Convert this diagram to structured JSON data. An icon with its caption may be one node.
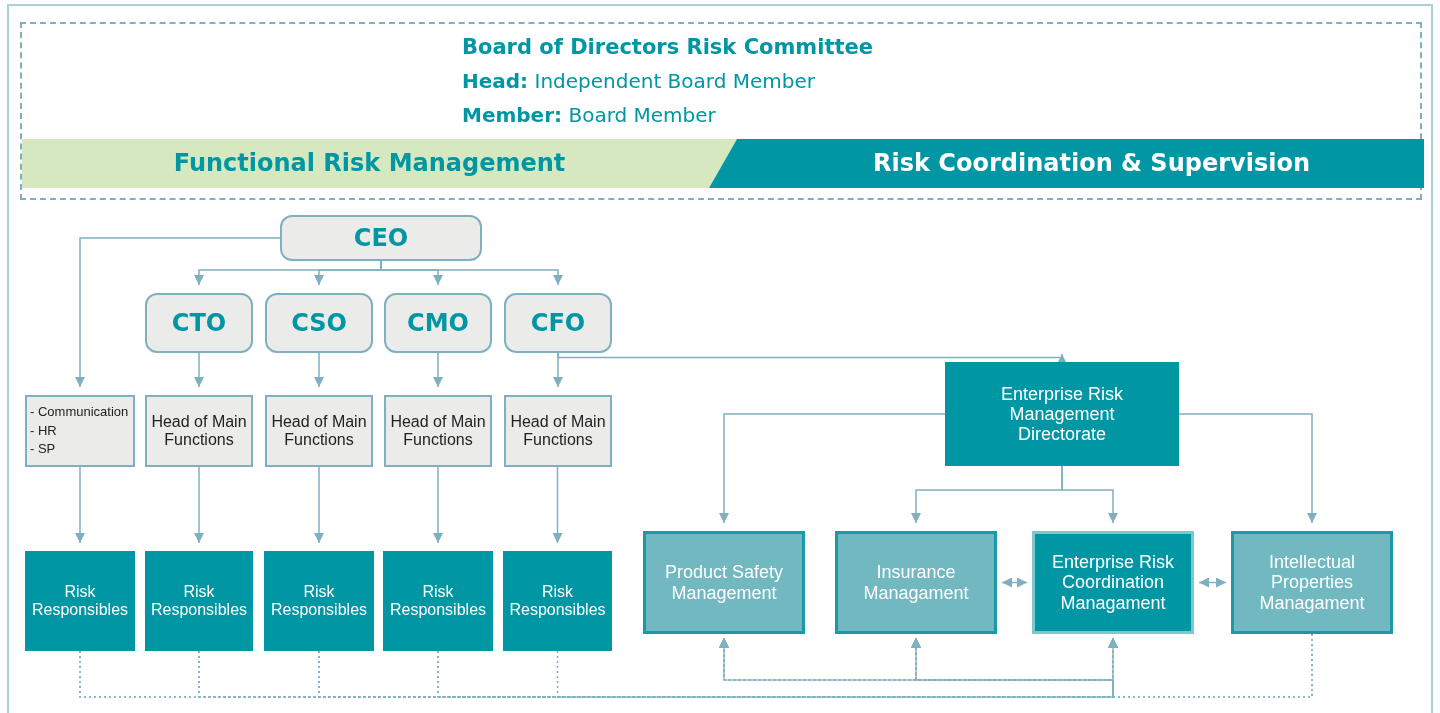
{
  "diagram": {
    "nodes": [
      {
        "text": [
          "Board of Directors Risk Committee",
          "**Head:** Independent Board Member",
          "**Member:** Board Member"
        ]
      },
      {
        "text": [
          "Functional Risk Management"
        ],
        "in": 0
      },
      {
        "text": [
          "Risk Coordination & Supervision"
        ],
        "in": 0
      },
      {
        "text": [
          "CEO"
        ]
      },
      {
        "text": [
          "CTO"
        ]
      },
      {
        "text": [
          "CSO"
        ]
      },
      {
        "text": [
          "CMO"
        ]
      },
      {
        "text": [
          "CFO"
        ]
      },
      {
        "text": [
          "- Communication",
          "- HR",
          "- SP"
        ]
      },
      {
        "text": [
          "Head of Main Functions"
        ]
      },
      {
        "text": [
          "Head of Main Functions"
        ]
      },
      {
        "text": [
          "Head of Main Functions"
        ]
      },
      {
        "text": [
          "Head of Main Functions"
        ]
      },
      {
        "text": [
          "Enterprise Risk Management Directorate"
        ]
      },
      {
        "text": [
          "Risk Responsibles"
        ]
      },
      {
        "text": [
          "Risk Responsibles"
        ]
      },
      {
        "text": [
          "Risk Responsibles"
        ]
      },
      {
        "text": [
          "Risk Responsibles"
        ]
      },
      {
        "text": [
          "Risk Responsibles"
        ]
      },
      {
        "text": [
          "Product Safety Management"
        ]
      },
      {
        "text": [
          "Insurance Managament"
        ]
      },
      {
        "text": [
          "Enterprise Risk Coordination Managament"
        ]
      },
      {
        "text": [
          "Intellectual Properties Managament"
        ]
      }
    ],
    "edges": [
      {
        "from": 3,
        "to": 8,
        "arrow": "to"
      },
      {
        "from": 3,
        "to": 4,
        "arrow": "to"
      },
      {
        "from": 3,
        "to": 5,
        "arrow": "to"
      },
      {
        "from": 3,
        "to": 6,
        "arrow": "to"
      },
      {
        "from": 3,
        "to": 7,
        "arrow": "to"
      },
      {
        "from": 4,
        "to": 9,
        "arrow": "to"
      },
      {
        "from": 5,
        "to": 10,
        "arrow": "to"
      },
      {
        "from": 6,
        "to": 11,
        "arrow": "to"
      },
      {
        "from": 7,
        "to": 12,
        "arrow": "to"
      },
      {
        "from": 8,
        "to": 14,
        "arrow": "to"
      },
      {
        "from": 9,
        "to": 15,
        "arrow": "to"
      },
      {
        "from": 10,
        "to": 16,
        "arrow": "to"
      },
      {
        "from": 11,
        "to": 17,
        "arrow": "to"
      },
      {
        "from": 12,
        "to": 18,
        "arrow": "to"
      },
      {
        "from": 7,
        "to": 13,
        "arrow": "to"
      },
      {
        "from": 13,
        "to": 19,
        "arrow": "to"
      },
      {
        "from": 13,
        "to": 20,
        "arrow": "to"
      },
      {
        "from": 13,
        "to": 21,
        "arrow": "to"
      },
      {
        "from": 13,
        "to": 22,
        "arrow": "to"
      },
      {
        "from": 20,
        "to": 21,
        "arrow": "both"
      },
      {
        "from": 21,
        "to": 22,
        "arrow": "both"
      },
      {
        "from": 14,
        "to": 19,
        "arrow": "to",
        "style": "dashed"
      },
      {
        "from": 14,
        "to": 20,
        "arrow": "to",
        "style": "dashed"
      },
      {
        "from": 14,
        "to": 21,
        "arrow": "to",
        "style": "dashed"
      },
      {
        "from": 15,
        "to": 19,
        "arrow": "to",
        "style": "dashed"
      },
      {
        "from": 15,
        "to": 20,
        "arrow": "to",
        "style": "dashed"
      },
      {
        "from": 15,
        "to": 21,
        "arrow": "to",
        "style": "dashed"
      },
      {
        "from": 16,
        "to": 19,
        "arrow": "to",
        "style": "dashed"
      },
      {
        "from": 16,
        "to": 20,
        "arrow": "to",
        "style": "dashed"
      },
      {
        "from": 16,
        "to": 21,
        "arrow": "to",
        "style": "dashed"
      },
      {
        "from": 17,
        "to": 19,
        "arrow": "to",
        "style": "dashed"
      },
      {
        "from": 17,
        "to": 20,
        "arrow": "to",
        "style": "dashed"
      },
      {
        "from": 17,
        "to": 21,
        "arrow": "to",
        "style": "dashed"
      },
      {
        "from": 18,
        "to": 19,
        "arrow": "to",
        "style": "dashed"
      },
      {
        "from": 18,
        "to": 20,
        "arrow": "to",
        "style": "dashed"
      },
      {
        "from": 18,
        "to": 21,
        "arrow": "to",
        "style": "dashed"
      },
      {
        "from": 22,
        "to": 19,
        "arrow": "to",
        "style": "dashed"
      },
      {
        "from": 22,
        "to": 20,
        "arrow": "to",
        "style": "dashed"
      },
      {
        "from": 22,
        "to": 21,
        "arrow": "to",
        "style": "dashed"
      }
    ]
  }
}
